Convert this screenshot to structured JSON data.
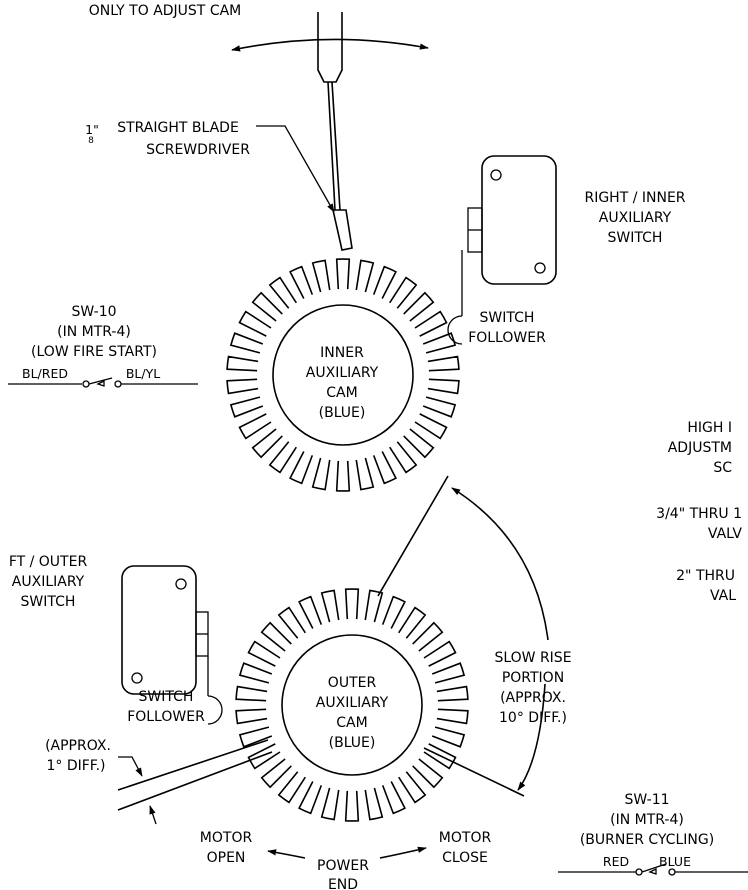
{
  "labels": {
    "top_note": "ONLY TO ADJUST CAM",
    "screwdriver_1_frac": "1\"",
    "screwdriver_1_frac_den": "8",
    "screwdriver_1": "STRAIGHT BLADE",
    "screwdriver_2": "SCREWDRIVER",
    "right_switch_1": "RIGHT / INNER",
    "right_switch_2": "AUXILIARY",
    "right_switch_3": "SWITCH",
    "follower_top_1": "SWITCH",
    "follower_top_2": "FOLLOWER",
    "inner_cam_1": "INNER",
    "inner_cam_2": "AUXILIARY",
    "inner_cam_3": "CAM",
    "inner_cam_4": "(BLUE)",
    "sw10_1": "SW-10",
    "sw10_2": "(IN MTR-4)",
    "sw10_3": "(LOW FIRE START)",
    "sw10_left_wire": "BL/RED",
    "sw10_right_wire": "BL/YL",
    "high_fire_1": "HIGH I",
    "high_fire_2": "ADJUSTM",
    "high_fire_3": "SC",
    "valve_a_1": "3/4\" THRU 1",
    "valve_a_2": "VALV",
    "valve_b_1": "2\" THRU",
    "valve_b_2": "VAL",
    "left_switch_1": "FT / OUTER",
    "left_switch_2": "AUXILIARY",
    "left_switch_3": "SWITCH",
    "follower_bottom_1": "SWITCH",
    "follower_bottom_2": "FOLLOWER",
    "outer_cam_1": "OUTER",
    "outer_cam_2": "AUXILIARY",
    "outer_cam_3": "CAM",
    "outer_cam_4": "(BLUE)",
    "slow_rise_1": "SLOW RISE",
    "slow_rise_2": "PORTION",
    "slow_rise_3": "(APPROX.",
    "slow_rise_4": "10° DIFF.)",
    "approx_1": "(APPROX.",
    "approx_2": "1° DIFF.)",
    "motor_open_1": "MOTOR",
    "motor_open_2": "OPEN",
    "power_end_1": "POWER",
    "power_end_2": "END",
    "motor_close_1": "MOTOR",
    "motor_close_2": "CLOSE",
    "sw11_1": "SW-11",
    "sw11_2": "(IN MTR-4)",
    "sw11_3": "(BURNER CYCLING)",
    "sw11_left_wire": "RED",
    "sw11_right_wire": "BLUE"
  }
}
